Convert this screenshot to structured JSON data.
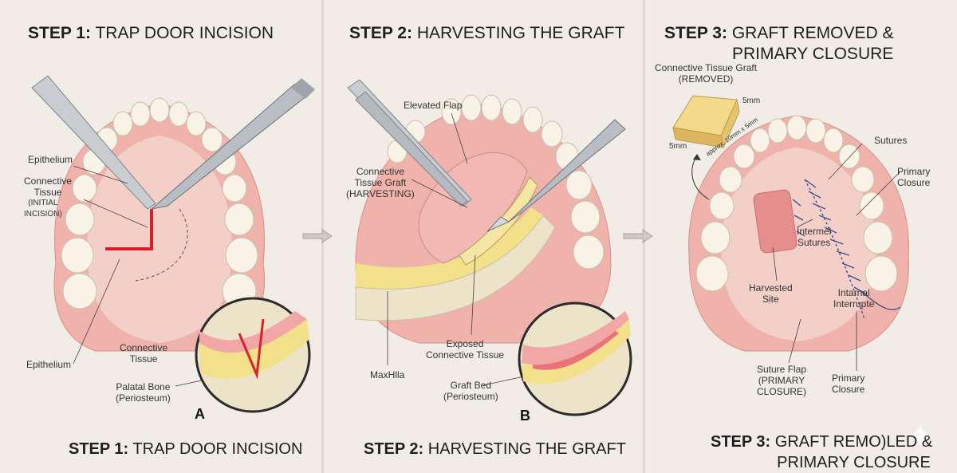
{
  "panels": [
    {
      "step": "STEP 1:",
      "title": "TRAP DOOR INCISION",
      "bottom_step": "STEP 1:",
      "bottom_title": "TRAP DOOR INCISION",
      "letter": "A",
      "labels": {
        "epithelium_top": "Epithelium",
        "connective_tissue": "Connective\nTissue",
        "initial_incision": "(INITIAL\nINCISION)",
        "epithelium_bottom": "Epithelium",
        "connective_tissue_center": "Connective\nTissue",
        "palatal_bone": "Palatal Bone\n(Periosteum)"
      }
    },
    {
      "step": "STEP 2:",
      "title": "HARVESTING THE GRAFT",
      "bottom_step": "STEP 2:",
      "bottom_title": "HARVESTING THE GRAFT",
      "letter": "B",
      "labels": {
        "elevated_flap": "Elevated Flap",
        "graft_harvesting": "Connective\nTissue Graft\n(HARVESTING)",
        "maxilla": "MaxHlla",
        "exposed_ct": "Exposed\nConnective Tissue",
        "graft_bed": "Graft Bed\n(Periosteum)"
      }
    },
    {
      "step": "STEP 3:",
      "title": "GRAFT REMOVED &\nPRIMARY CLOSURE",
      "bottom_step": "STEP 3:",
      "bottom_title": "GRAFT REMO)LED &\nPRIMARY CLOSURE",
      "labels": {
        "graft_removed": "Connective Tissue Graft\n(REMOVED)",
        "dim_5mm_right": "5mm",
        "dim_5mm_left": "5mm",
        "dim_approx": "approx. 10mm x 5mm",
        "sutures": "Sutures",
        "primary_closure_right": "Primary\nClosure",
        "internal_sutures": "Intermel\nSutures",
        "harvested_site": "Harvested\nSite",
        "internal_interrupted": "Intarnal\nInterrupte",
        "suture_flap": "Suture Flap\n(PRIMARY\nCLOSURE)",
        "primary_closure_bottom": "Primary\nClosure"
      }
    }
  ],
  "colors": {
    "gum": "#efb3ac",
    "palate": "#f4cfc8",
    "tooth": "#f8f3e6",
    "incision": "#d6232b",
    "fat": "#f3e08a",
    "bone": "#ede3c8",
    "suture": "#3a4c8c",
    "arrow": "#a8a49c"
  },
  "icons": [
    "scalpel-icon",
    "forceps-icon",
    "right-arrow-icon",
    "sparkle-icon"
  ]
}
